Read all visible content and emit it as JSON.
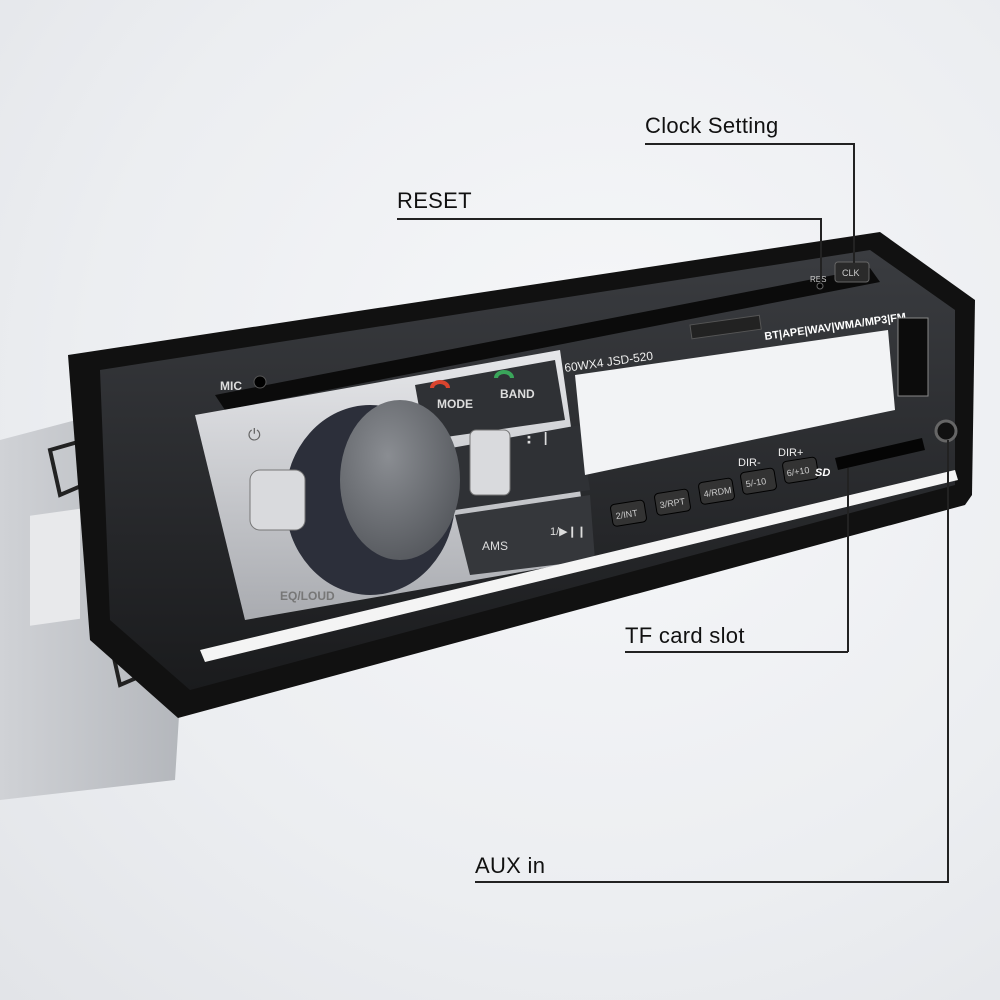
{
  "callouts": {
    "clock_setting": "Clock Setting",
    "reset": "RESET",
    "tf_card_slot": "TF card slot",
    "aux_in": "AUX in"
  },
  "device": {
    "model": "60WX4  JSD-520",
    "formats": "BT|APE|WAV|WMA/MP3|FM",
    "mic_label": "MIC",
    "mode_label": "MODE",
    "band_label": "BAND",
    "eq_label": "EQ/LOUD",
    "ams_label": "AMS",
    "play_label": "1/▶❙❙",
    "res_label": "RES",
    "clk_label": "CLK",
    "sd_label": "SD",
    "buttons": [
      "2/INT",
      "3/RPT",
      "4/RDM",
      "5/-10",
      "6/+10"
    ],
    "dir_minus": "DIR-",
    "dir_plus": "DIR+"
  },
  "colors": {
    "mode_icon": "#d9442e",
    "band_icon": "#3aa55a",
    "bezel": "#141414"
  }
}
